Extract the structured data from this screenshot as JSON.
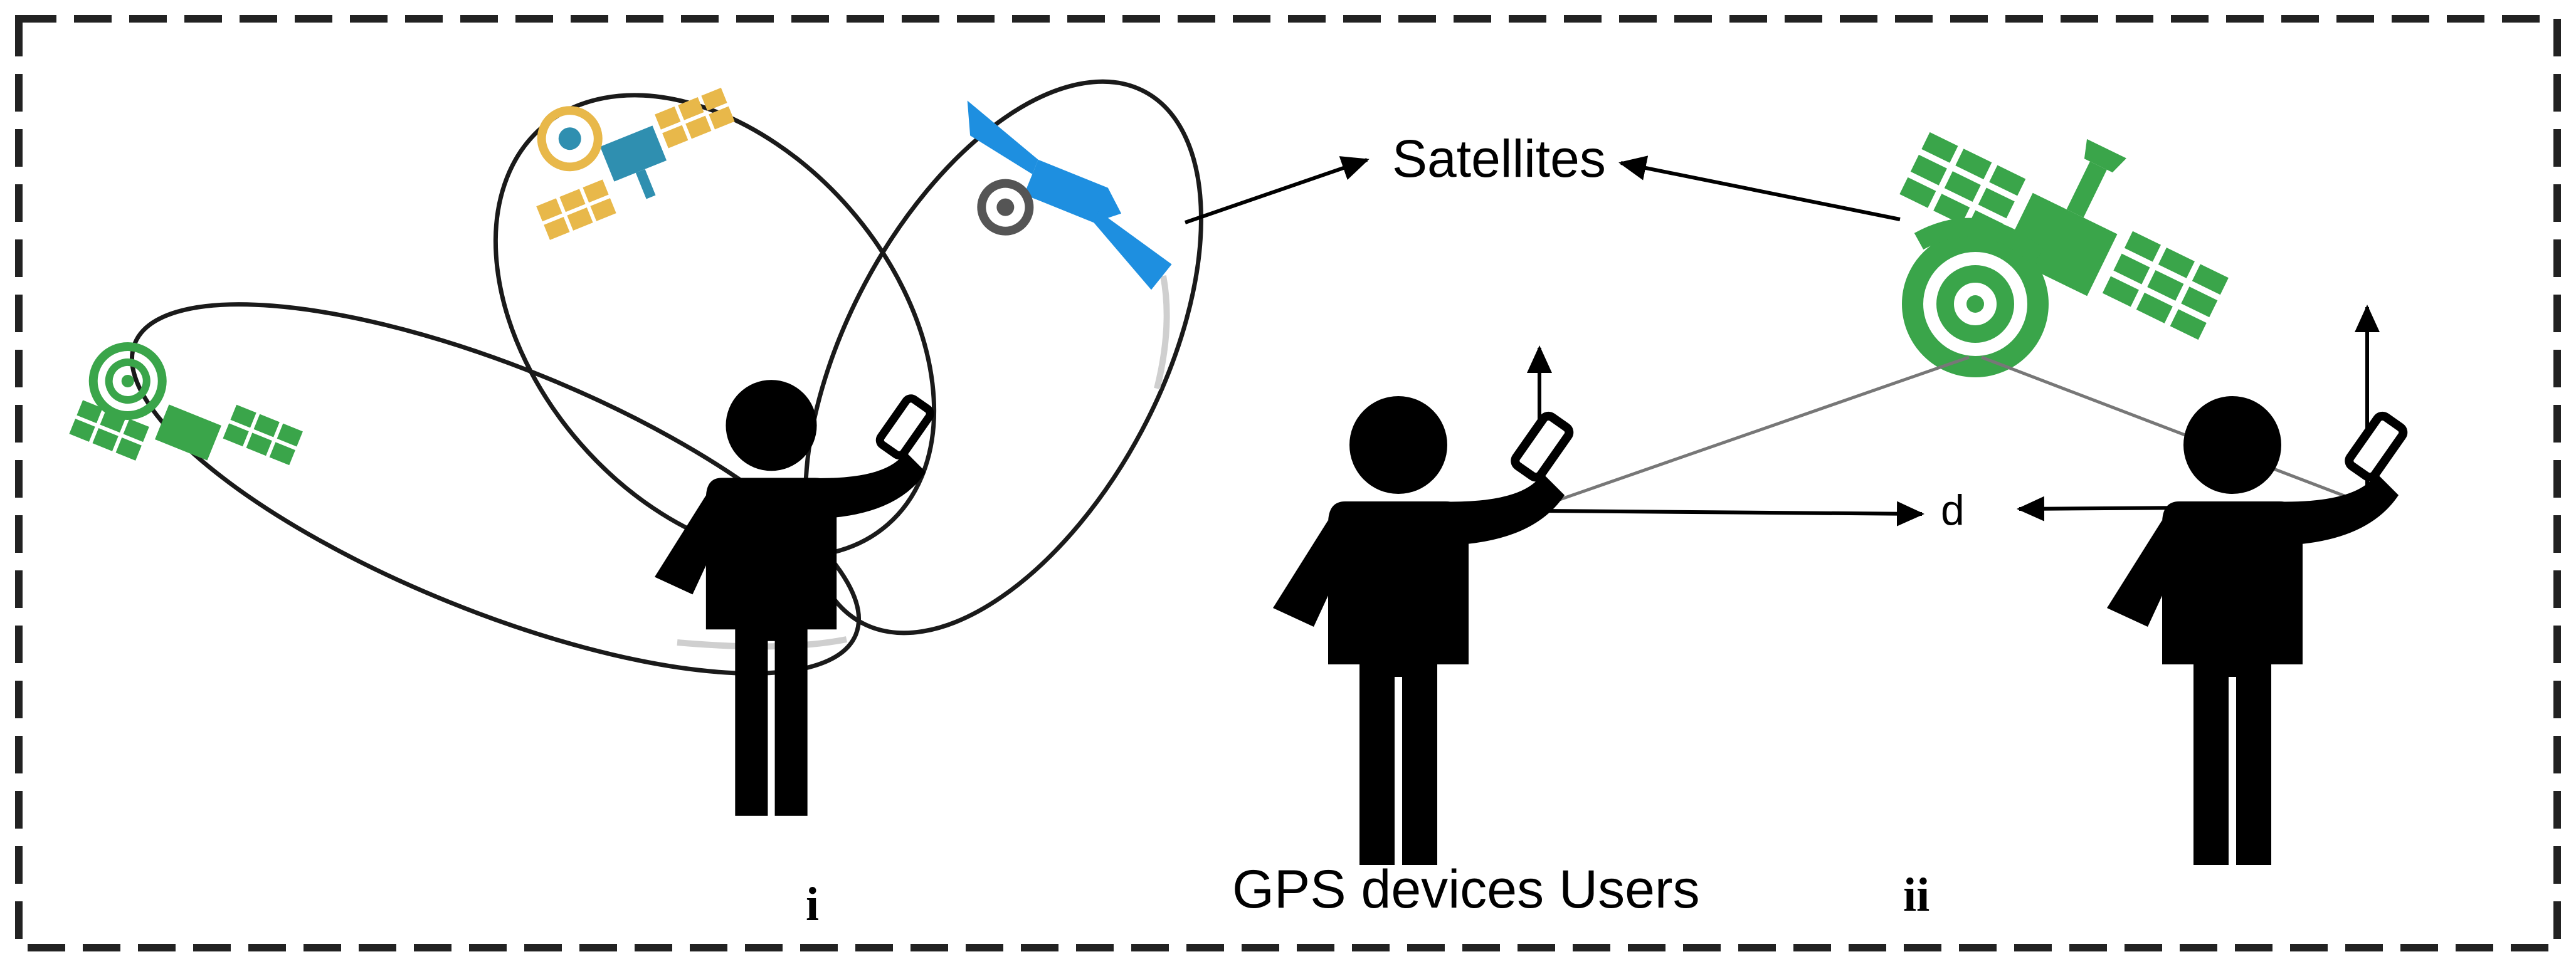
{
  "labels": {
    "satellites": "Satellites",
    "distance": "d",
    "users": "GPS devices Users",
    "panel_i": "i",
    "panel_ii": "ii"
  },
  "colors": {
    "frame": "#222222",
    "orbit": "#1a1a1a",
    "person": "#000000",
    "sat_green": "#3aa54a",
    "sat_teal": "#2f8fb0",
    "sat_yellow": "#e8b84a",
    "sat_blue": "#1e8fe0",
    "dish_gray": "#555555",
    "signal_line": "#777777"
  },
  "icons": [
    "satellite-icon",
    "person-icon",
    "arrow-icon"
  ]
}
